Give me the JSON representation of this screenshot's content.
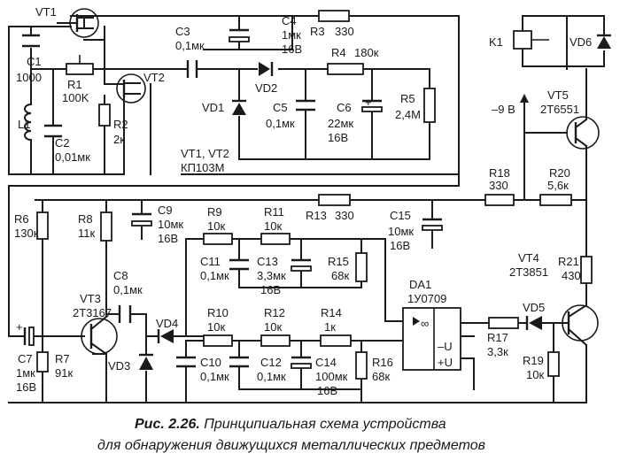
{
  "components": {
    "vt1": "VT1",
    "vt2": "VT2",
    "c1": "C1",
    "c1v": "1000",
    "r1": "R1",
    "r1v": "100K",
    "l1": "L1",
    "c2": "C2",
    "c2v": "0,01мк",
    "r2": "R2",
    "r2v": "2к",
    "c3": "C3",
    "c3v": "0,1мк",
    "c4": "C4",
    "c4v1": "1мк",
    "c4v2": "16В",
    "r3": "R3",
    "r3v": "330",
    "vd2": "VD2",
    "r4": "R4",
    "r4v": "180к",
    "vd1": "VD1",
    "c5": "C5",
    "c5v": "0,1мк",
    "c6": "C6",
    "c6v1": "22мк",
    "c6v2": "16В",
    "r5": "R5",
    "r5v": "2,4М",
    "vtnote1": "VT1, VT2",
    "vtnote2": "КП103М",
    "k1": "K1",
    "vd6": "VD6",
    "vt5": "VT5",
    "vt5v": "2Т6551",
    "supply": "–9 В",
    "r18": "R18",
    "r18v": "330",
    "r20": "R20",
    "r20v": "5,6к",
    "r6": "R6",
    "r6v": "130к",
    "r8": "R8",
    "r8v": "11к",
    "c9": "C9",
    "c9v1": "10мк",
    "c9v2": "16В",
    "r9": "R9",
    "r9v": "10к",
    "r11": "R11",
    "r11v": "10к",
    "r13": "R13",
    "r13v": "330",
    "c15": "C15",
    "c15v1": "10мк",
    "c15v2": "16В",
    "c11": "C11",
    "c11v": "0,1мк",
    "c13": "C13",
    "c13v1": "3,3мк",
    "c13v2": "16В",
    "r15": "R15",
    "r15v": "68к",
    "da1": "DA1",
    "da1v": "1У0709",
    "vt4": "VT4",
    "vt4v": "2Т3851",
    "r21": "R21",
    "r21v": "430",
    "c8": "C8",
    "c8v": "0,1мк",
    "vt3": "VT3",
    "vt3v": "2Т3167",
    "vd4": "VD4",
    "r10": "R10",
    "r10v": "10к",
    "r12": "R12",
    "r12v": "10к",
    "r14": "R14",
    "r14v": "1к",
    "vd5": "VD5",
    "r17": "R17",
    "r17v": "3,3к",
    "r19": "R19",
    "r19v": "10к",
    "c7": "C7",
    "c7v1": "1мк",
    "c7v2": "16В",
    "r7": "R7",
    "r7v": "91к",
    "vd3": "VD3",
    "c10": "C10",
    "c10v": "0,1мк",
    "c12": "C12",
    "c12v": "0,1мк",
    "c14": "C14",
    "c14v1": "100мк",
    "c14v2": "16В",
    "r16": "R16",
    "r16v": "68к",
    "opamp_sym": "∞",
    "minus_u": "–U",
    "plus_u": "+U",
    "plus": "+"
  },
  "caption": {
    "prefix": "Рис. 2.26.",
    "line1": " Принципиальная схема устройства",
    "line2": "для обнаружения движущихся металлических предметов"
  }
}
